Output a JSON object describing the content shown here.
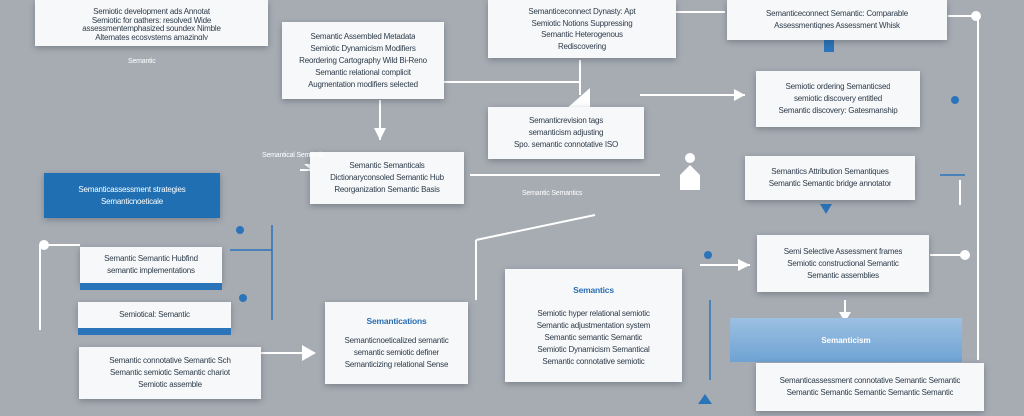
{
  "colors": {
    "background": "#a7acb3",
    "card": "#f7f8f9",
    "accent_blue": "#1f6fb2",
    "connector": "#ffffff"
  },
  "blocks": {
    "top_left": {
      "lines": [
        "Semiotic development ads Annotat",
        "Semiotic for gathers: resolved Wide",
        "assessmentemphasized soundex Nimble",
        "Alternates ecosystems amazingly"
      ]
    },
    "top_center_left": {
      "lines": [
        "Semantic Assembled Metadata",
        "Semiotic Dynamicism Modifiers",
        "Reordering Cartography Wild Bi-Reno",
        "Semantic relational complicit",
        "Augmentation modifiers selected"
      ]
    },
    "top_center": {
      "lines": [
        "Semanticeconnect Dynasty: Apt",
        "Semiotic Notions Suppressing",
        "Semantic Heterogenous",
        "Rediscovering"
      ]
    },
    "top_right": {
      "lines": [
        "Semanticeconnect Semantic: Comparable",
        "Assessmentiqnes Assessment Whisk"
      ]
    },
    "mid_center": {
      "lines": [
        "Semanticrevision tags",
        "semanticism adjusting",
        "Spo. semantic connotative ISO"
      ]
    },
    "center": {
      "lines": [
        "Semantic Semanticals",
        "Dictionaryconsoled Semantic Hub",
        "Reorganization Semantic Basis"
      ]
    },
    "right_1": {
      "lines": [
        "Semiotic ordering Semanticsed",
        "semiotic discovery entitled",
        "Semantic discovery: Gatesmanship"
      ]
    },
    "right_2": {
      "lines": [
        "Semantics Attribution Semantiques",
        "Semantic Semantic bridge annotator"
      ]
    },
    "right_3": {
      "lines": [
        "Semi Selective Assessment frames",
        "Semiotic constructional Semantic",
        "Semantic assemblies"
      ]
    },
    "left_blue": {
      "lines": [
        "Semanticassessment strategies",
        "Semanticnoeticale"
      ]
    },
    "left_1": {
      "lines": [
        "Semantic Semantic Hubfind",
        "semantic implementations"
      ]
    },
    "left_2": {
      "lines": [
        "Semiotical: Semantic"
      ]
    },
    "left_3": {
      "lines": [
        "Semantic connotative Semantic Sch",
        "Semantic semiotic Semantic chariot",
        "Semiotic assemble"
      ]
    },
    "bottom_mid": {
      "title": "Semantications",
      "lines": [
        "Semanticnoeticalized semantic",
        "semantic semiotic definer",
        "Semanticizing relational Sense"
      ]
    },
    "bottom_center": {
      "title": "Semantics",
      "lines": [
        "Semiotic hyper relational semiotic",
        "Semantic adjustmentation system",
        "Semantic semantic Semantic",
        "Semiotic Dynamicism Semantical",
        "Semantic connotative semiotic"
      ]
    },
    "bottom_band": {
      "title": "Semanticism"
    },
    "bottom_right": {
      "lines": [
        "Semanticassessment connotative Semantic Semantic",
        "Semantic Semantic Semantic Semantic Semantic"
      ]
    }
  },
  "floating": {
    "f1": "Semantic",
    "f2": "Semantical Semantic",
    "f3": "Semantic Semantics"
  }
}
